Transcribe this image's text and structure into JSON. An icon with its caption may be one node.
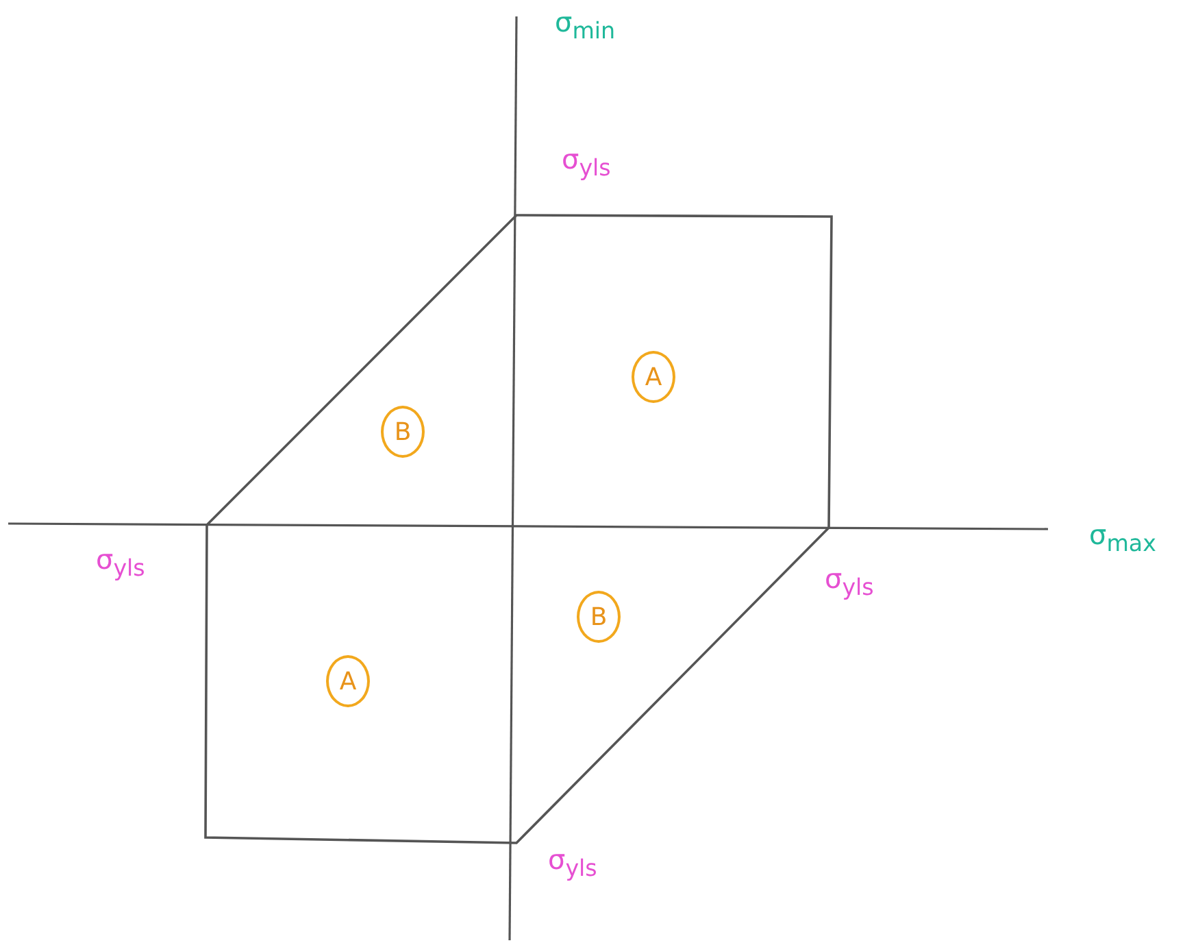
{
  "diagram": {
    "nodes": [
      {
        "text": [
          "A"
        ]
      },
      {
        "text": [
          "B"
        ]
      },
      {
        "text": [
          "B"
        ]
      },
      {
        "text": [
          "A"
        ]
      }
    ],
    "labels": [
      "σ$_{min}$",
      "σ$_{yls}$",
      "σ$_{yls}$",
      "σ$_{yls}$",
      "σ$_{max}$",
      "σ$_{yls}$"
    ]
  }
}
